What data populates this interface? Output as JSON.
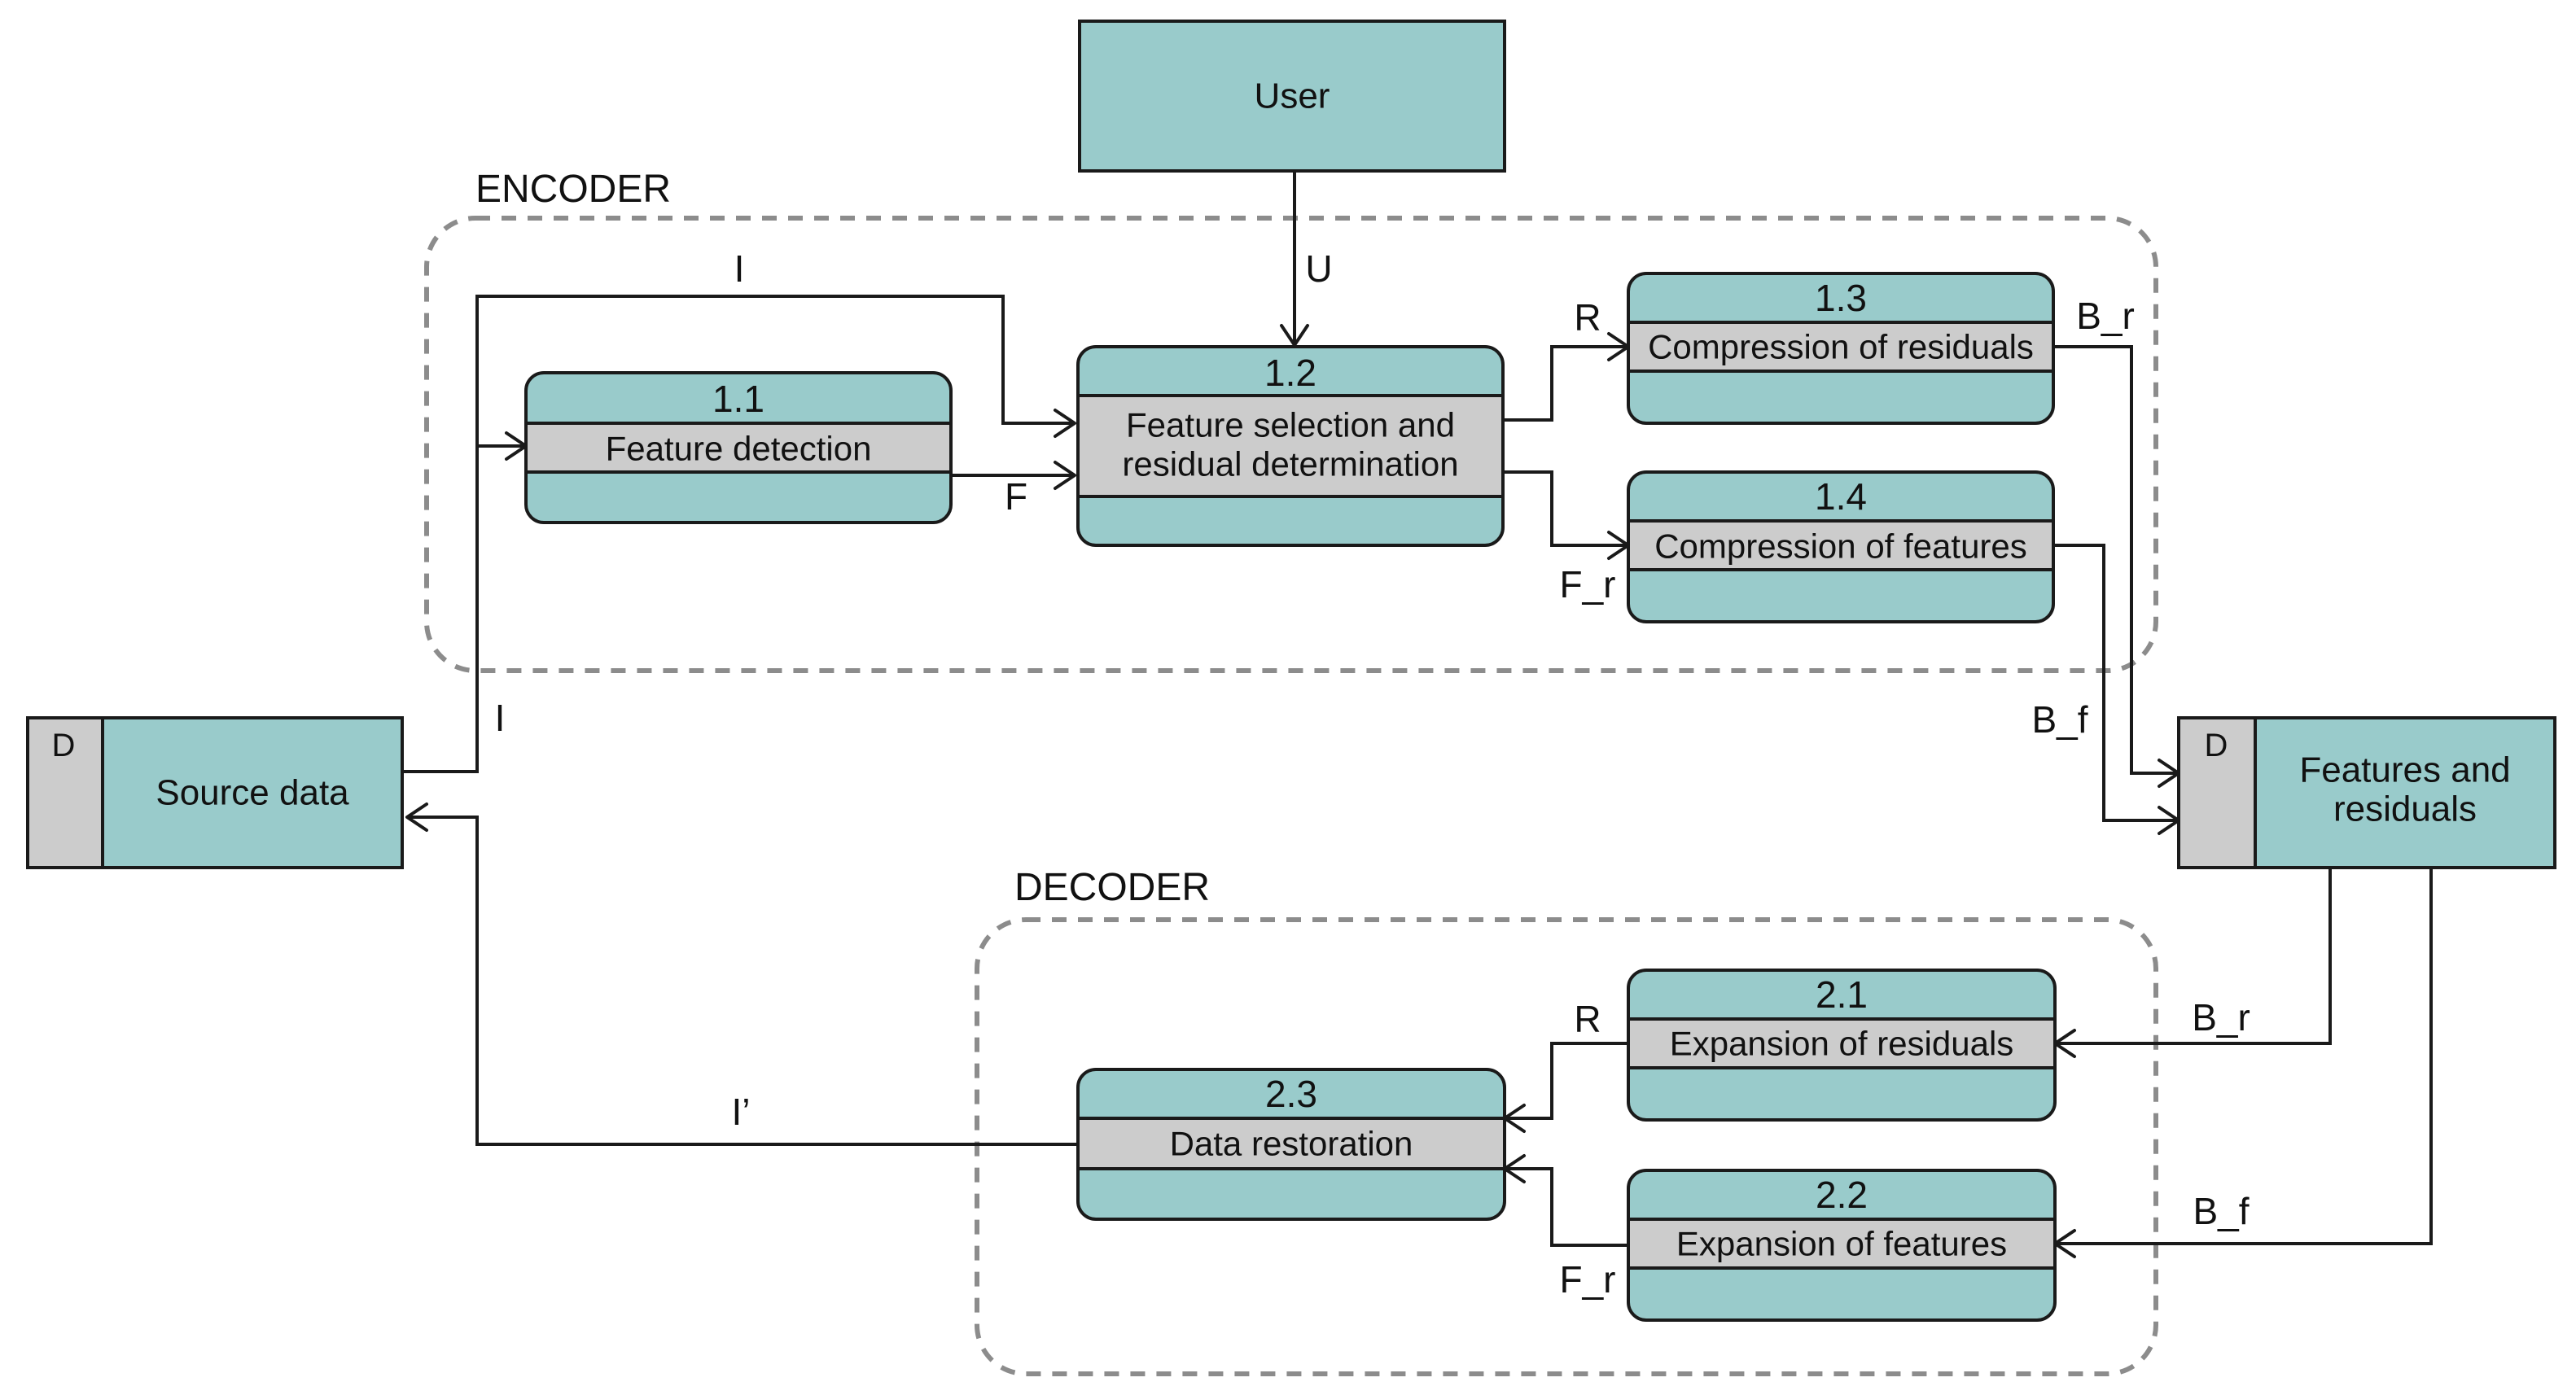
{
  "groups": {
    "encoder": "ENCODER",
    "decoder": "DECODER"
  },
  "external": {
    "user": "User"
  },
  "stores": {
    "source": {
      "tag": "D",
      "name": "Source data"
    },
    "features": {
      "tag": "D",
      "name_line1": "Features and",
      "name_line2": "residuals"
    }
  },
  "processes": {
    "p11": {
      "id": "1.1",
      "title": "Feature detection"
    },
    "p12": {
      "id": "1.2",
      "title_line1": "Feature selection and",
      "title_line2": "residual determination"
    },
    "p13": {
      "id": "1.3",
      "title": "Compression of residuals"
    },
    "p14": {
      "id": "1.4",
      "title": "Compression of features"
    },
    "p21": {
      "id": "2.1",
      "title": "Expansion of residuals"
    },
    "p22": {
      "id": "2.2",
      "title": "Expansion of features"
    },
    "p23": {
      "id": "2.3",
      "title": "Data restoration"
    }
  },
  "flows": {
    "i_top": "I",
    "u": "U",
    "f": "F",
    "r_enc": "R",
    "fr_enc": "F_r",
    "br_enc": "B_r",
    "bf_enc": "B_f",
    "i_src": "I",
    "br_dec": "B_r",
    "bf_dec": "B_f",
    "r_dec": "R",
    "fr_dec": "F_r",
    "i_prime": "I’"
  }
}
